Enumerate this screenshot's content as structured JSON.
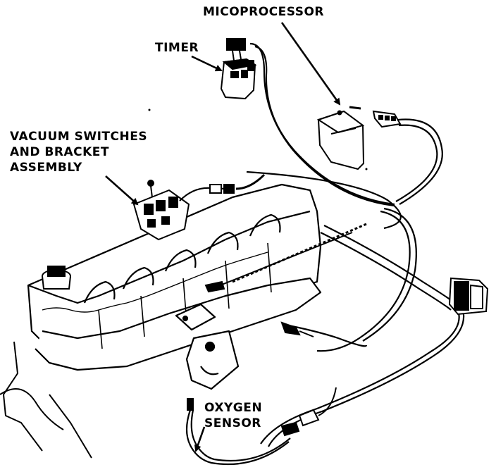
{
  "labels": {
    "microprocessor": "MICOPROCESSOR",
    "timer": "TIMER",
    "vacuum_line1": "VACUUM SWITCHES",
    "vacuum_line2": "AND BRACKET",
    "vacuum_line3": "ASSEMBLY",
    "oxygen_line1": "OXYGEN",
    "oxygen_line2": "SENSOR"
  }
}
